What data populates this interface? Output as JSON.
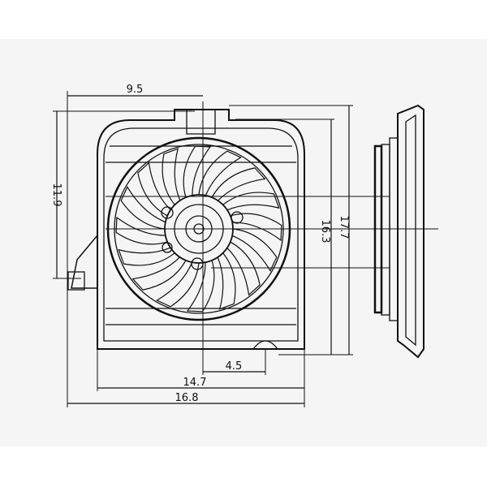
{
  "dimensions": {
    "top_width": "9.5",
    "left_height": "11.9",
    "height_inner": "16.3",
    "height_outer": "17.7",
    "offset_bottom": "4.5",
    "width_inner": "14.7",
    "width_outer": "16.8"
  }
}
